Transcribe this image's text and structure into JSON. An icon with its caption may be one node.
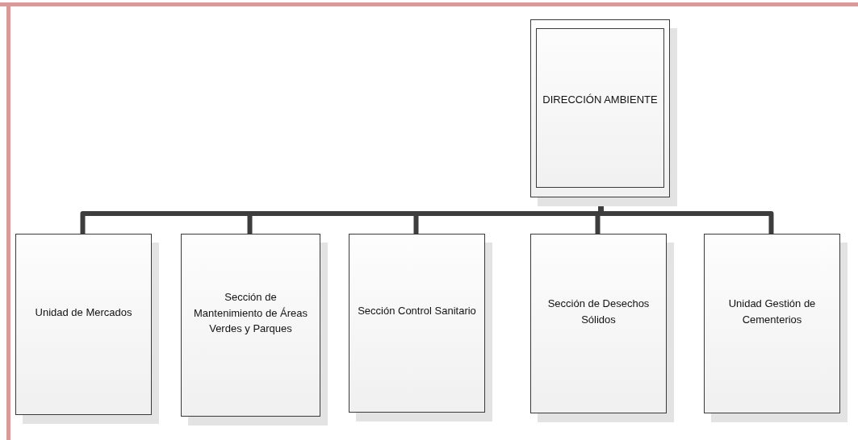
{
  "diagram": {
    "nodes": [
      {
        "text": [
          "DIRECCIÓN AMBIENTE"
        ]
      },
      {
        "text": [
          "Unidad de Mercados"
        ]
      },
      {
        "text": [
          "Sección de Mantenimiento de Áreas Verdes y Parques"
        ]
      },
      {
        "text": [
          "Sección Control Sanitario"
        ]
      },
      {
        "text": [
          "Sección de Desechos Sólidos"
        ]
      },
      {
        "text": [
          "Unidad Gestión de Cementerios"
        ]
      }
    ],
    "edges": [
      {
        "from": 0,
        "to": 1,
        "arrow": "none"
      },
      {
        "from": 0,
        "to": 2,
        "arrow": "none"
      },
      {
        "from": 0,
        "to": 3,
        "arrow": "none"
      },
      {
        "from": 0,
        "to": 4,
        "arrow": "none"
      },
      {
        "from": 0,
        "to": 5,
        "arrow": "none"
      }
    ]
  }
}
